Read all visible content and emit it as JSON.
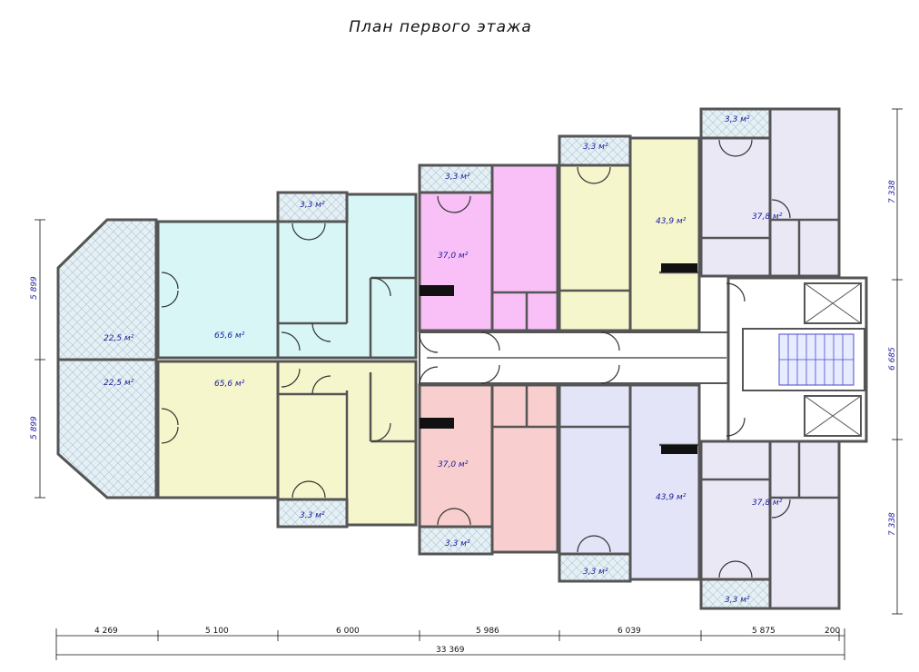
{
  "title": "План первого этажа",
  "areas": {
    "terrace_top": "22,5 м²",
    "terrace_bottom": "22,5 м²",
    "apt1_top": "65,6 м²",
    "apt1_bottom": "65,6 м²",
    "balcony2_top": "3,3 м²",
    "balcony2_bottom": "3,3 м²",
    "balcony3_top": "3,3 м²",
    "balcony3_bottom": "3,3 м²",
    "apt3_top": "37,0 м²",
    "apt3_bottom": "37,0 м²",
    "balcony4_top": "3,3 м²",
    "balcony4_bottom": "3,3 м²",
    "apt4_top": "43,9 м²",
    "apt4_bottom": "43,9 м²",
    "balcony5_top": "3,3 м²",
    "balcony5_bottom": "3,3 м²",
    "apt5_top": "37,8 м²",
    "apt5_bottom": "37,8 м²"
  },
  "dimensions": {
    "bottom": [
      "4 269",
      "5 100",
      "6 000",
      "5 986",
      "6 039",
      "5 875",
      "200"
    ],
    "total": "33 369",
    "left": [
      "5 899",
      "5 899"
    ],
    "right": [
      "7 338",
      "6 685",
      "7 338"
    ]
  },
  "colors": {
    "terrace": "#dcecf2",
    "apt1": "#d8f6f6",
    "apt1_bottom": "#f6f6cc",
    "apt3": "#f8c0f6",
    "apt3_bottom": "#f8cece",
    "apt4": "#f6f6cc",
    "apt4_bottom": "#e4e4f8",
    "apt5": "#ebe8f6",
    "corridor": "#ffffff",
    "wall": "#555555",
    "dimension": "#1b1b9e"
  }
}
